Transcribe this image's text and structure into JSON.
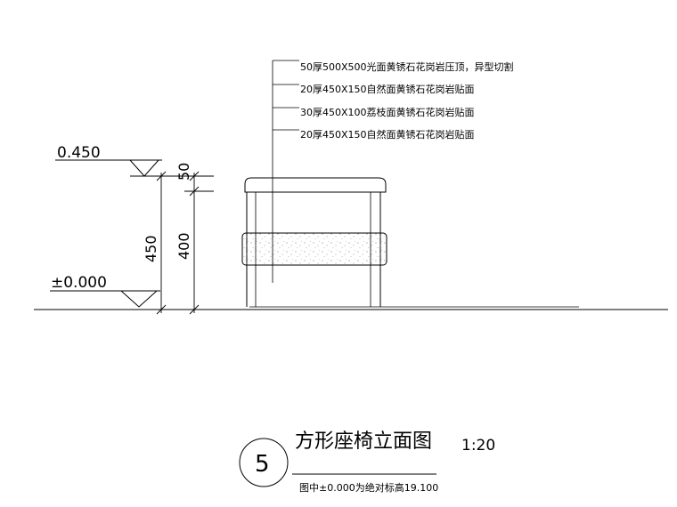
{
  "annotations": [
    "50厚500X500光面黄锈石花岗岩压顶，异型切割",
    "20厚450X150自然面黄锈石花岗岩贴面",
    "30厚450X100荔枝面黄锈石花岗岩贴面",
    "20厚450X150自然面黄锈石花岗岩贴面"
  ],
  "levels": {
    "top": "0.450",
    "ground": "±0.000"
  },
  "dimensions": {
    "overall": "450",
    "cap": "50",
    "body": "400"
  },
  "title": {
    "detail_number": "5",
    "name": "方形座椅立面图",
    "scale": "1:20",
    "note": "图中±0.000为绝对标高19.100"
  }
}
